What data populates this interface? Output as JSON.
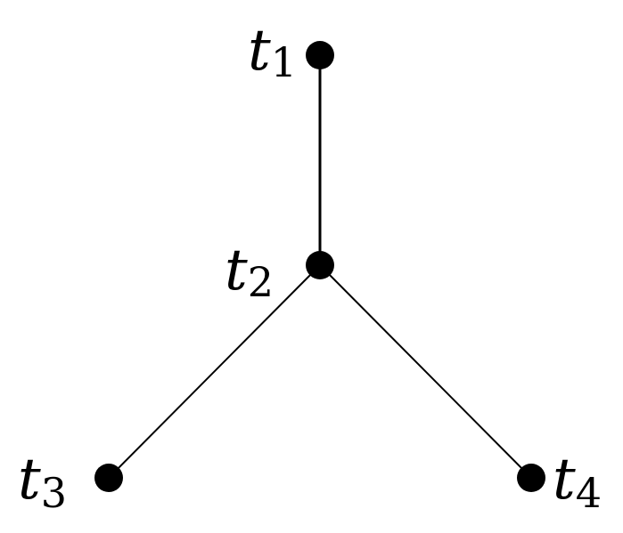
{
  "diagram": {
    "nodes": [
      {
        "id": "t1",
        "var": "t",
        "sub": "1"
      },
      {
        "id": "t2",
        "var": "t",
        "sub": "2"
      },
      {
        "id": "t3",
        "var": "t",
        "sub": "3"
      },
      {
        "id": "t4",
        "var": "t",
        "sub": "4"
      }
    ],
    "edges": [
      {
        "from": "t1",
        "to": "t2"
      },
      {
        "from": "t2",
        "to": "t3"
      },
      {
        "from": "t2",
        "to": "t4"
      }
    ],
    "colors": {
      "node": "#000000",
      "edge": "#000000",
      "text": "#000000"
    }
  }
}
